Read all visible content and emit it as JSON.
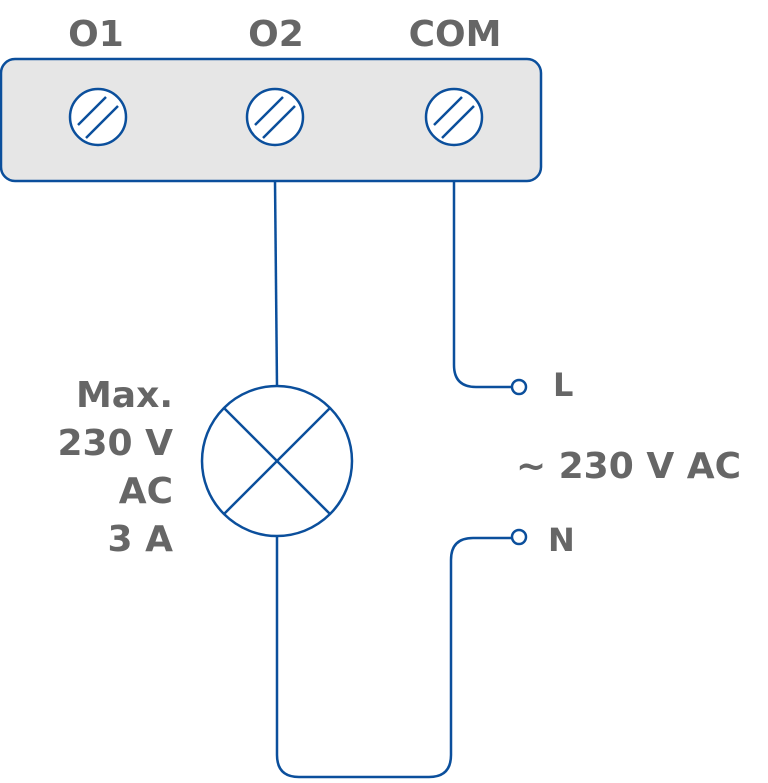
{
  "terminals": [
    "O1",
    "O2",
    "COM"
  ],
  "lamp_rating": {
    "line1": "Max.",
    "line2": "230 V",
    "line3": "AC",
    "line4": "3 A"
  },
  "supply": {
    "live_label": "L",
    "neutral_label": "N",
    "voltage_label": "~ 230 V AC"
  },
  "colors": {
    "line": "#0b4f9c",
    "block_fill": "#e6e6e6",
    "text": "#666666"
  }
}
